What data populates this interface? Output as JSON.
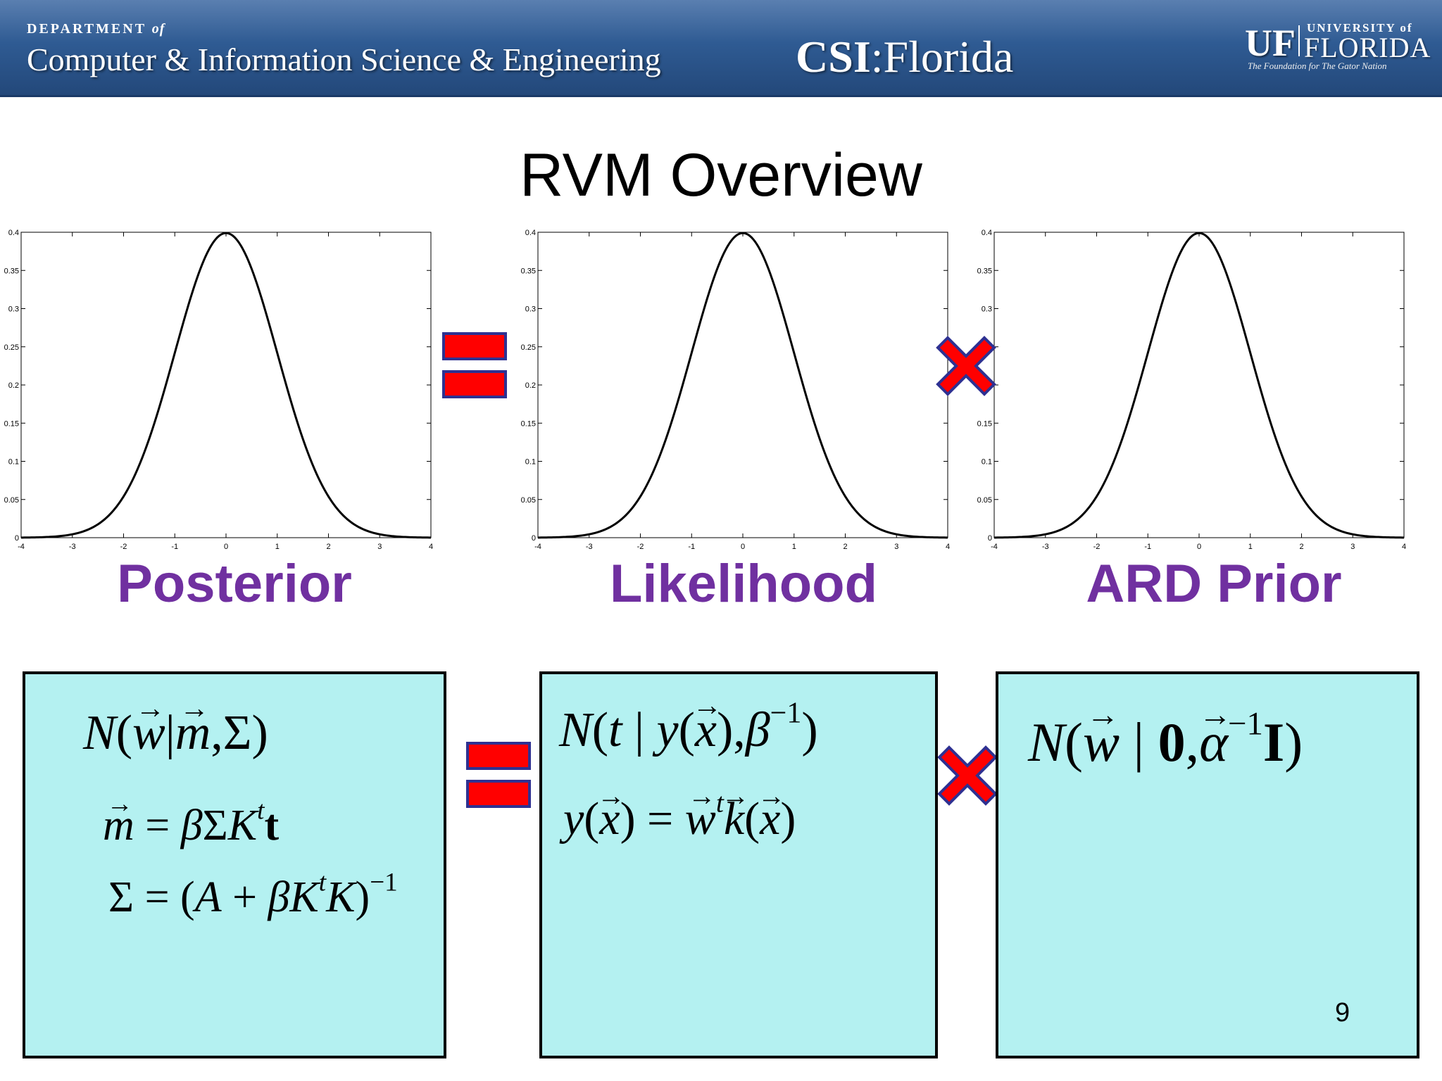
{
  "header": {
    "dept_small": "DEPARTMENT",
    "dept_of": "of",
    "dept_main": "Computer & Information Science & Engineering",
    "csi_bold": "CSI",
    "csi_rest": ":Florida",
    "uf_mark": "UF",
    "uf_university": "UNIVERSITY of",
    "uf_florida": "FLORIDA",
    "uf_tagline": "The Foundation for The Gator Nation"
  },
  "title": "RVM Overview",
  "operators": {
    "equals": "=",
    "times": "×"
  },
  "chart_data": [
    {
      "type": "line",
      "label": "Posterior",
      "function": "standard normal pdf",
      "mean": 0,
      "std": 1,
      "xlim": [
        -4,
        4
      ],
      "ylim": [
        0,
        0.4
      ],
      "xticks": [
        -4,
        -3,
        -2,
        -1,
        0,
        1,
        2,
        3,
        4
      ],
      "yticks": [
        0,
        0.05,
        0.1,
        0.15,
        0.2,
        0.25,
        0.3,
        0.35,
        0.4
      ],
      "xticklabels": [
        "-4",
        "-3",
        "-2",
        "-1",
        "0",
        "1",
        "2",
        "3",
        "4"
      ],
      "yticklabels": [
        "0",
        "0.05",
        "0.1",
        "0.15",
        "0.2",
        "0.25",
        "0.3",
        "0.35",
        "0.4"
      ]
    },
    {
      "type": "line",
      "label": "Likelihood",
      "function": "standard normal pdf",
      "mean": 0,
      "std": 1,
      "xlim": [
        -4,
        4
      ],
      "ylim": [
        0,
        0.4
      ],
      "xticks": [
        -4,
        -3,
        -2,
        -1,
        0,
        1,
        2,
        3,
        4
      ],
      "yticks": [
        0,
        0.05,
        0.1,
        0.15,
        0.2,
        0.25,
        0.3,
        0.35,
        0.4
      ],
      "xticklabels": [
        "-4",
        "-3",
        "-2",
        "-1",
        "0",
        "1",
        "2",
        "3",
        "4"
      ],
      "yticklabels": [
        "0",
        "0.05",
        "0.1",
        "0.15",
        "0.2",
        "0.25",
        "0.3",
        "0.35",
        "0.4"
      ]
    },
    {
      "type": "line",
      "label": "ARD Prior",
      "function": "standard normal pdf",
      "mean": 0,
      "std": 1,
      "xlim": [
        -4,
        4
      ],
      "ylim": [
        0,
        0.4
      ],
      "xticks": [
        -4,
        -3,
        -2,
        -1,
        0,
        1,
        2,
        3,
        4
      ],
      "yticks": [
        0,
        0.05,
        0.1,
        0.15,
        0.2,
        0.25,
        0.3,
        0.35,
        0.4
      ],
      "xticklabels": [
        "-4",
        "-3",
        "-2",
        "-1",
        "0",
        "1",
        "2",
        "3",
        "4"
      ],
      "yticklabels": [
        "0",
        "0.05",
        "0.1",
        "0.15",
        "0.2",
        "0.25",
        "0.3",
        "0.35",
        "0.4"
      ]
    }
  ],
  "formulas": {
    "posterior": {
      "dist": "N(w | m, Σ)",
      "mean": "m = βΣKᵗt",
      "cov": "Σ = (A + βKᵗK)⁻¹"
    },
    "likelihood": {
      "dist": "N(t | y(x), β⁻¹)",
      "model": "y(x) = wᵗk(x)"
    },
    "prior": {
      "dist": "N(w | 0, α⁻¹I)"
    }
  },
  "page_number": "9",
  "colors": {
    "label_purple": "#7030a0",
    "operator_red": "#ff0000",
    "operator_border": "#2e3192",
    "box_fill": "#b4f1f1"
  }
}
